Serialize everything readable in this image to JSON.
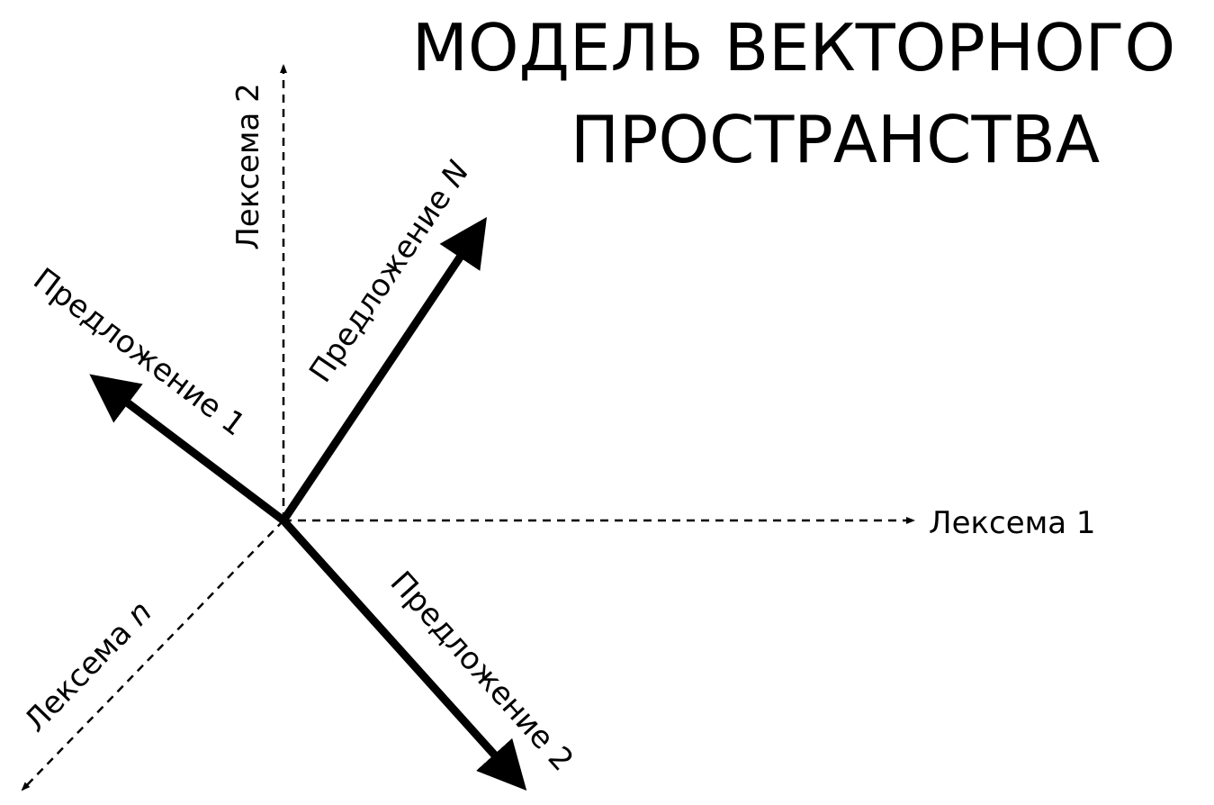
{
  "title": {
    "line1": "МОДЕЛЬ ВЕКТОРНОГО",
    "line2": "ПРОСТРАНСТВА"
  },
  "axes": {
    "lexeme1": {
      "base": "Лексема 1",
      "index": ""
    },
    "lexeme2": {
      "base": "Лексема 2",
      "index": ""
    },
    "lexemeN": {
      "base": "Лексема ",
      "index": "n"
    }
  },
  "vectors": {
    "sentence1": {
      "base": "Предложение 1",
      "index": ""
    },
    "sentence2": {
      "base": "Предложение 2",
      "index": ""
    },
    "sentenceN": {
      "base": "Предложение ",
      "index": "N"
    }
  },
  "colors": {
    "ink": "#000000",
    "background": "#ffffff"
  }
}
